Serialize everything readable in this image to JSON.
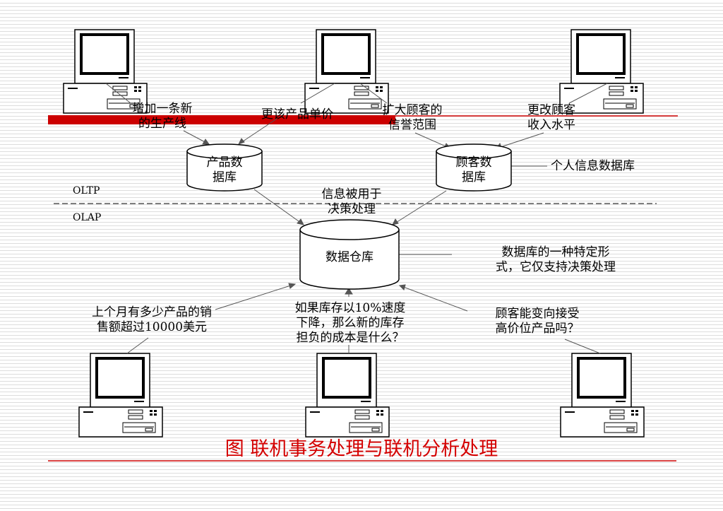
{
  "top_labels": {
    "add_line": [
      "增加一条新",
      "的生产线"
    ],
    "change_price": "更该产品单价",
    "expand_credit": [
      "扩大顾客的",
      "信誉范围"
    ],
    "change_income": [
      "更改顾客",
      "收入水平"
    ]
  },
  "databases": {
    "product_db": [
      "产品数",
      "据库"
    ],
    "customer_db": [
      "顾客数",
      "据库"
    ],
    "warehouse": "数据仓库"
  },
  "annotations": {
    "personal_db": "个人信息数据库",
    "decision_info": [
      "信息被用于",
      "决策处理"
    ],
    "warehouse_def": [
      "数据库的一种特定形",
      "式，它仅支持决策处理"
    ]
  },
  "layers": {
    "oltp": "OLTP",
    "olap": "OLAP"
  },
  "queries": {
    "sales": [
      "上个月有多少产品的销",
      "售额超过10000美元"
    ],
    "inventory": [
      "如果库存以10%速度",
      "下降，那么新的库存",
      "担负的成本是什么？"
    ],
    "upsell": [
      "顾客能变向接受",
      "高价位产品吗？"
    ]
  },
  "caption": "图 联机事务处理与联机分析处理",
  "colors": {
    "accent_bar": "#cc0000",
    "caption": "#d40000",
    "line": "#555555"
  }
}
